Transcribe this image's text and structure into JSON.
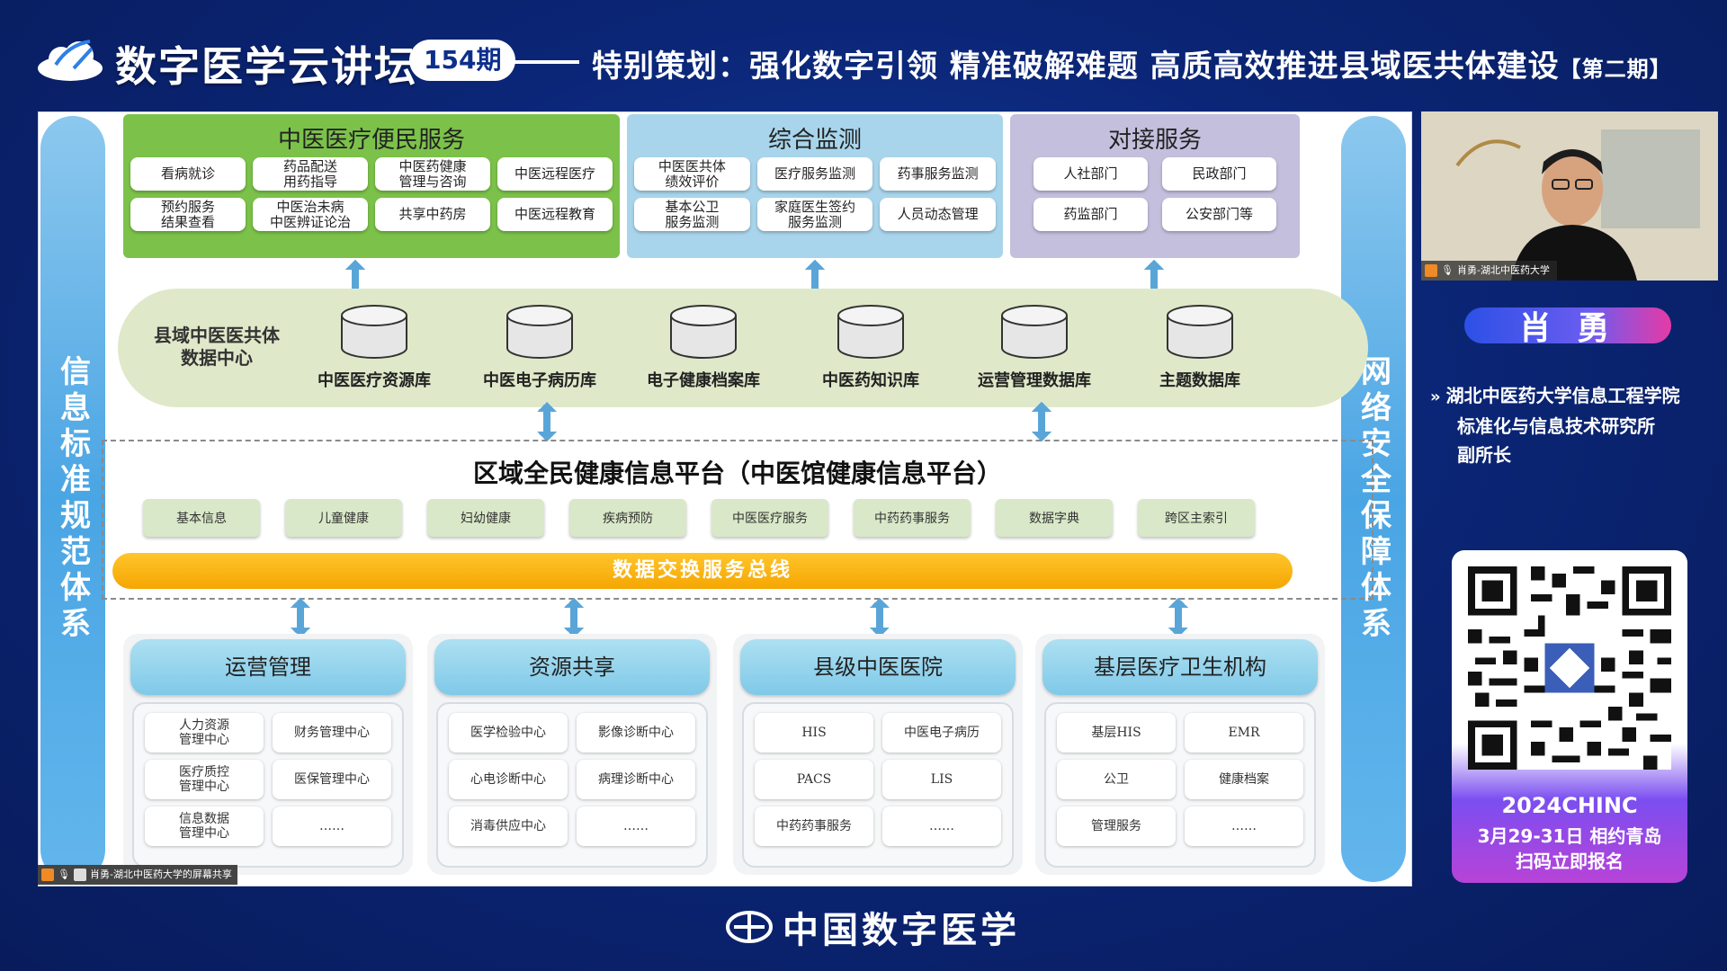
{
  "header": {
    "program_title": "数字医学云讲坛",
    "issue": "154期",
    "subtitle": "特别策划：强化数字引领 精准破解难题 高质高效推进县域医共体建设",
    "subtitle_tag": "【第二期】"
  },
  "slide": {
    "left_bar": "信息标准规范体系",
    "right_bar": "网络安全保障体系",
    "green_panel": {
      "title": "中医医疗便民服务",
      "items": [
        "看病就诊",
        "药品配送\n用药指导",
        "中医药健康\n管理与咨询",
        "中医远程医疗",
        "预约服务\n结果查看",
        "中医治未病\n中医辨证论治",
        "共享中药房",
        "中医远程教育"
      ]
    },
    "blue_panel": {
      "title": "综合监测",
      "items": [
        "中医医共体\n绩效评价",
        "医疗服务监测",
        "药事服务监测",
        "基本公卫\n服务监测",
        "家庭医生签约\n服务监测",
        "人员动态管理"
      ]
    },
    "purple_panel": {
      "title": "对接服务",
      "items": [
        "人社部门",
        "民政部门",
        "药监部门",
        "公安部门等"
      ]
    },
    "data_center": {
      "label": "县域中医医共体\n数据中心",
      "dbs": [
        "中医医疗资源库",
        "中医电子病历库",
        "电子健康档案库",
        "中医药知识库",
        "运营管理数据库",
        "主题数据库"
      ]
    },
    "platform": {
      "title": "区域全民健康信息平台（中医馆健康信息平台）",
      "modules": [
        "基本信息",
        "儿童健康",
        "妇幼健康",
        "疾病预防",
        "中医医疗服务",
        "中药药事服务",
        "数据字典",
        "跨区主索引"
      ],
      "bus": "数据交换服务总线"
    },
    "bottom_boxes": [
      {
        "title": "运营管理",
        "cells": [
          "人力资源\n管理中心",
          "财务管理中心",
          "医疗质控\n管理中心",
          "医保管理中心",
          "信息数据\n管理中心",
          "……"
        ]
      },
      {
        "title": "资源共享",
        "cells": [
          "医学检验中心",
          "影像诊断中心",
          "心电诊断中心",
          "病理诊断中心",
          "消毒供应中心",
          "……"
        ]
      },
      {
        "title": "县级中医医院",
        "cells": [
          "HIS",
          "中医电子病历",
          "PACS",
          "LIS",
          "中药药事服务",
          "……"
        ]
      },
      {
        "title": "基层医疗卫生机构",
        "cells": [
          "基层HIS",
          "EMR",
          "公卫",
          "健康档案",
          "管理服务",
          "……"
        ]
      }
    ],
    "share_tag": "肖勇-湖北中医药大学的屏幕共享"
  },
  "camera": {
    "tag": "肖勇-湖北中医药大学"
  },
  "speaker": {
    "name": "肖 勇",
    "affiliation_1": "湖北中医药大学信息工程学院",
    "affiliation_2": "标准化与信息技术研究所",
    "role": "副所长"
  },
  "qr_card": {
    "conference": "2024CHINC",
    "date": "3月29-31日 相约青岛",
    "cta": "扫码立即报名"
  },
  "footer": {
    "brand": "中国数字医学"
  },
  "colors": {
    "background": "#0b2677",
    "green": "#7cc24a",
    "blue": "#a9d5ec",
    "purple": "#c5bfde",
    "bus": "#f5a602",
    "side_bar": "#4aa5e4"
  }
}
